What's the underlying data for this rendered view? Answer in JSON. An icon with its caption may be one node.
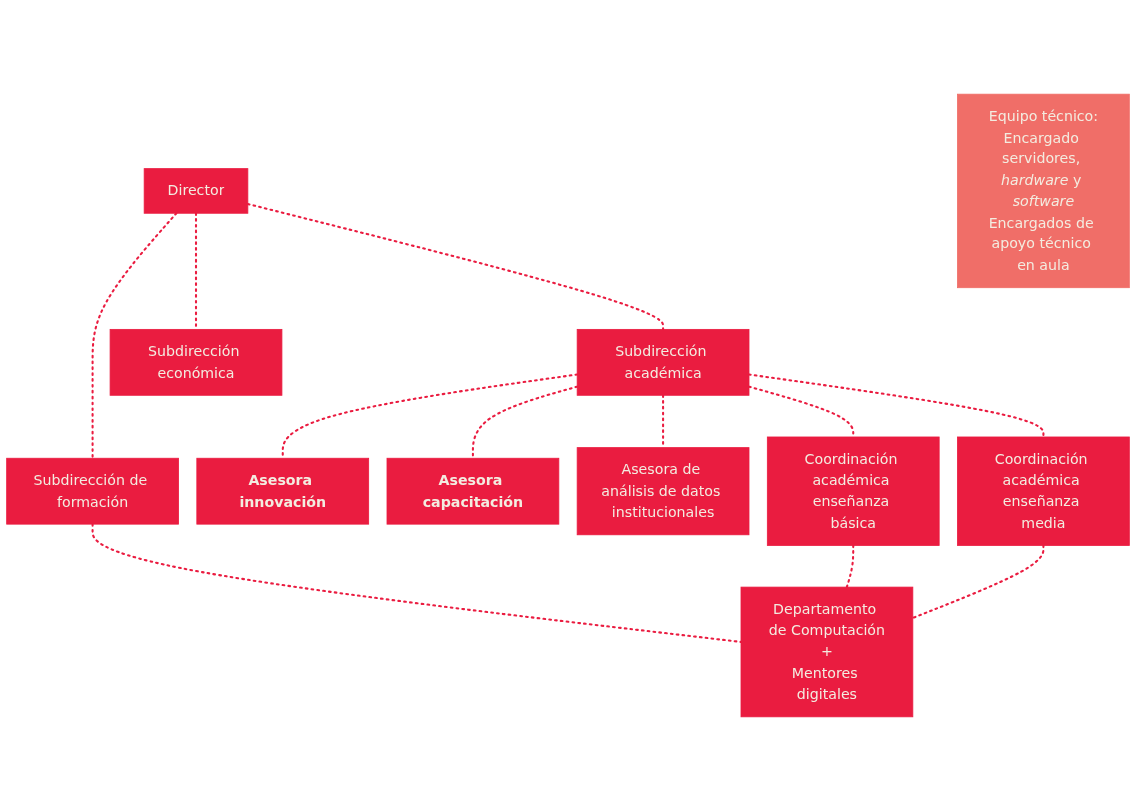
{
  "diagram": {
    "nodes": [
      {
        "text": [
          "Director"
        ]
      },
      {
        "text": [
          "Subdirección académica"
        ]
      },
      {
        "text": [
          "Subdirección económica"
        ]
      },
      {
        "text": [
          "Subdirección de formación"
        ]
      },
      {
        "text": [
          "Asesora innovación"
        ]
      },
      {
        "text": [
          "Asesora capacitación"
        ]
      },
      {
        "text": [
          "Equipo técnico:",
          "Encargado servidores, *hardware* y *software*",
          "Encargados de apoyo técnico en aula"
        ]
      },
      {
        "text": [
          "Asesora de análisis de datos institucionales"
        ]
      },
      {
        "text": [
          "Coordinación académica enseñanza básica"
        ]
      },
      {
        "text": [
          "Coordinación académica enseñanza media"
        ]
      },
      {
        "text": [
          "Departamento de Computación",
          "+",
          "Mentores digitales"
        ]
      }
    ],
    "edges": [
      {
        "from": 0,
        "to": 1,
        "arrow": "none",
        "style": "dashed"
      },
      {
        "from": 0,
        "to": 2,
        "arrow": "none",
        "style": "dashed"
      },
      {
        "from": 0,
        "to": 3,
        "arrow": "none",
        "style": "dashed"
      },
      {
        "from": 1,
        "to": 4,
        "arrow": "none",
        "style": "dashed"
      },
      {
        "from": 1,
        "to": 5,
        "arrow": "none",
        "style": "dashed"
      },
      {
        "from": 1,
        "to": 7,
        "arrow": "none",
        "style": "dashed"
      },
      {
        "from": 1,
        "to": 8,
        "arrow": "none",
        "style": "dashed"
      },
      {
        "from": 1,
        "to": 9,
        "arrow": "none",
        "style": "dashed"
      },
      {
        "from": 3,
        "to": 10,
        "arrow": "none",
        "style": "dashed"
      },
      {
        "from": 8,
        "to": 10,
        "arrow": "none",
        "style": "dashed"
      },
      {
        "from": 9,
        "to": 10,
        "arrow": "none",
        "style": "dashed"
      }
    ]
  }
}
